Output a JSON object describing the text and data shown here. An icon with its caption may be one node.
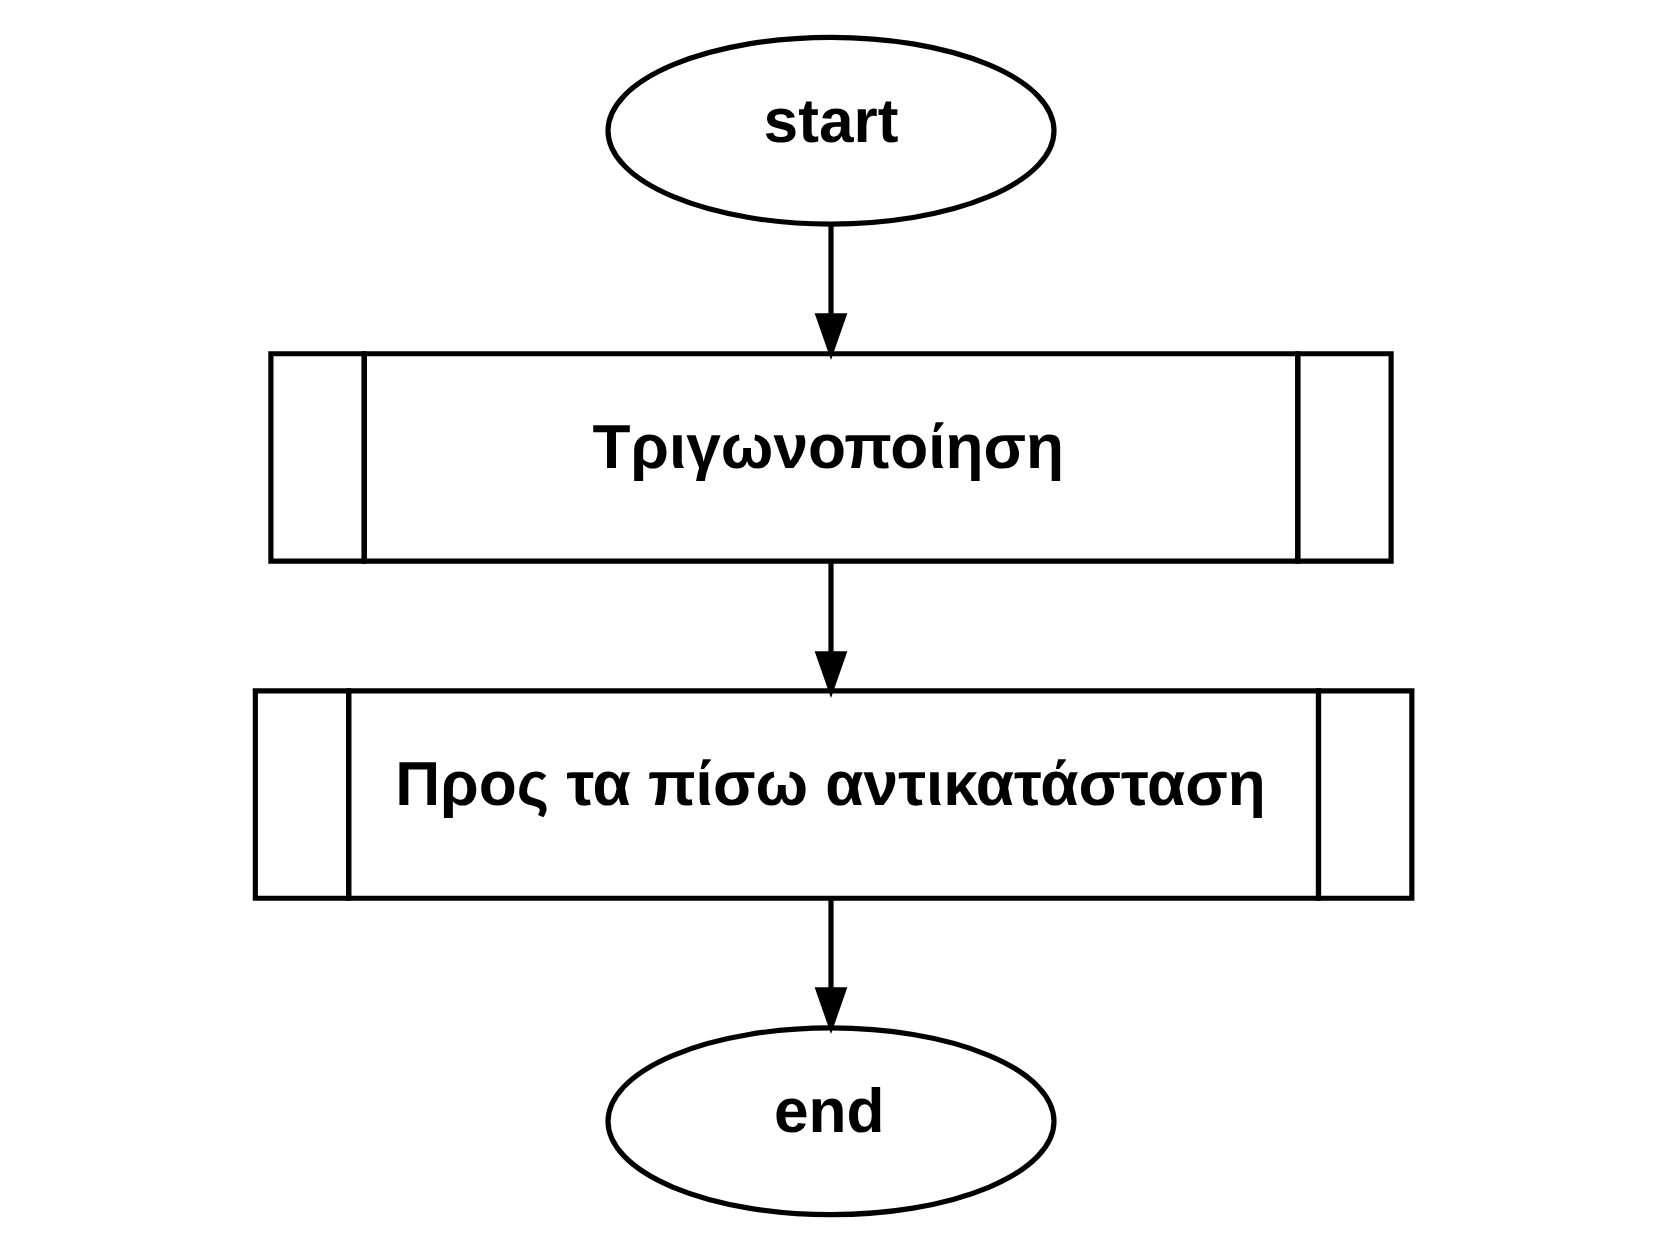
{
  "diagram": {
    "nodes": [
      {
        "text": [
          "start"
        ]
      },
      {
        "text": [
          "Τριγωνοποίηση"
        ]
      },
      {
        "text": [
          "Προς τα πίσω αντικατάσταση"
        ]
      },
      {
        "text": [
          "end"
        ]
      }
    ],
    "edges": [
      {
        "from": 0,
        "to": 1,
        "arrow": "to"
      },
      {
        "from": 1,
        "to": 2,
        "arrow": "to"
      },
      {
        "from": 2,
        "to": 3,
        "arrow": "to"
      }
    ]
  }
}
